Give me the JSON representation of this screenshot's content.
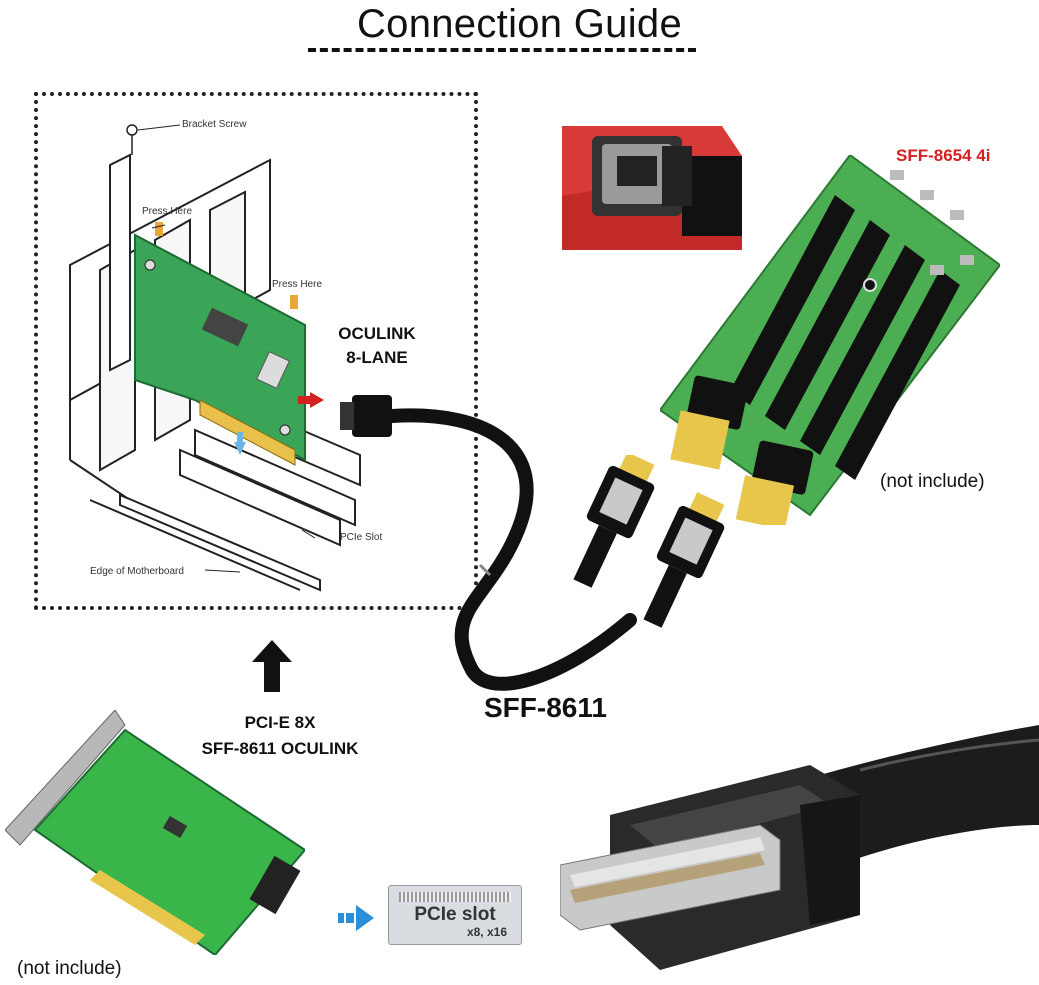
{
  "title": "Connection Guide",
  "labels": {
    "oculink_line1": "OCULINK",
    "oculink_line2": "8-LANE",
    "sff8654": "SFF-8654 4i",
    "not_include_right": "(not include)",
    "sff8611": "SFF-8611",
    "pcie_line1": "PCI-E 8X",
    "pcie_line2": "SFF-8611 OCULINK",
    "not_include_left": "(not include)",
    "pcie_slot": "PCIe slot",
    "pcie_slot_sub": "x8, x16"
  },
  "install_diagram": {
    "bracket_screw": "Bracket Screw",
    "press_here_1": "Press Here",
    "press_here_2": "Press Here",
    "pcie_slot": "PCIe Slot",
    "edge_of_motherboard": "Edge of Motherboard"
  },
  "colors": {
    "accent_red": "#d42020",
    "board_green": "#3aa557",
    "cable_black": "#111111"
  }
}
